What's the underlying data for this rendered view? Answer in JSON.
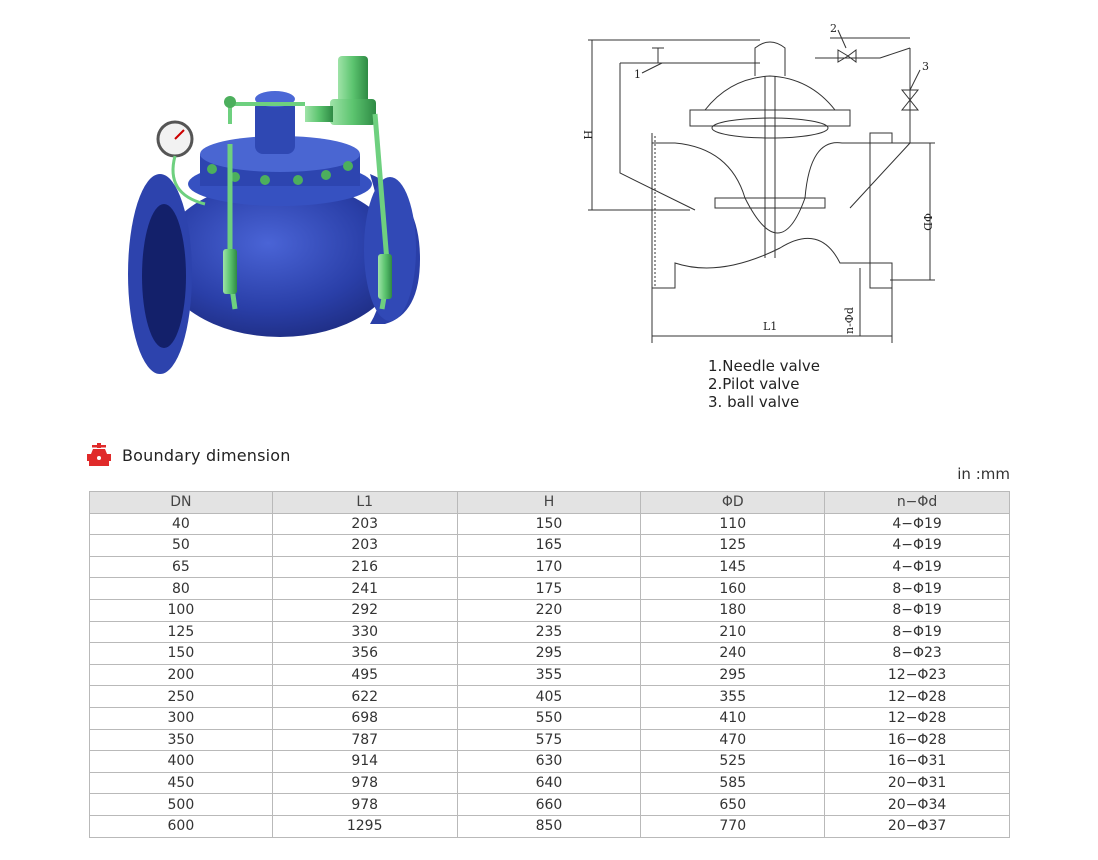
{
  "drawing_labels": {
    "h": "H",
    "phi_d": "ΦD",
    "l1": "L1",
    "n_phi_d": "n-Φd",
    "callout_1": "1",
    "callout_2": "2",
    "callout_3": "3"
  },
  "legend": {
    "item_1": "1.Needle valve",
    "item_2": "2.Pilot valve",
    "item_3": "3. ball valve"
  },
  "section": {
    "title": "Boundary dimension",
    "units": "in :mm"
  },
  "colors": {
    "valve_body": "#2f47b0",
    "pilot_green": "#4fbf6a",
    "logo_red": "#e02a2a",
    "table_header_bg": "#e3e3e3",
    "grid_line": "#b9b9b9"
  },
  "table": {
    "headers": [
      "DN",
      "L1",
      "H",
      "ΦD",
      "n−Φd"
    ],
    "rows": [
      [
        "40",
        "203",
        "150",
        "110",
        "4−Φ19"
      ],
      [
        "50",
        "203",
        "165",
        "125",
        "4−Φ19"
      ],
      [
        "65",
        "216",
        "170",
        "145",
        "4−Φ19"
      ],
      [
        "80",
        "241",
        "175",
        "160",
        "8−Φ19"
      ],
      [
        "100",
        "292",
        "220",
        "180",
        "8−Φ19"
      ],
      [
        "125",
        "330",
        "235",
        "210",
        "8−Φ19"
      ],
      [
        "150",
        "356",
        "295",
        "240",
        "8−Φ23"
      ],
      [
        "200",
        "495",
        "355",
        "295",
        "12−Φ23"
      ],
      [
        "250",
        "622",
        "405",
        "355",
        "12−Φ28"
      ],
      [
        "300",
        "698",
        "550",
        "410",
        "12−Φ28"
      ],
      [
        "350",
        "787",
        "575",
        "470",
        "16−Φ28"
      ],
      [
        "400",
        "914",
        "630",
        "525",
        "16−Φ31"
      ],
      [
        "450",
        "978",
        "640",
        "585",
        "20−Φ31"
      ],
      [
        "500",
        "978",
        "660",
        "650",
        "20−Φ34"
      ],
      [
        "600",
        "1295",
        "850",
        "770",
        "20−Φ37"
      ]
    ]
  }
}
